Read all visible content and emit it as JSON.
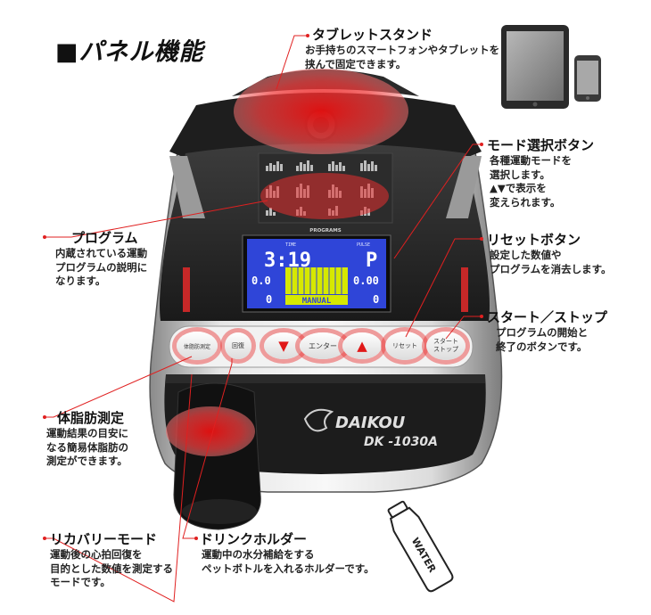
{
  "page_title": "■パネル機能",
  "callouts": {
    "tablet_stand": {
      "label": "タブレットスタンド",
      "lines": [
        "お手持ちのスマートフォンやタブレットを",
        "挟んで固定できます。"
      ]
    },
    "mode_select": {
      "label": "モード選択ボタン",
      "lines": [
        "各種運動モードを",
        "選択します。",
        "▲▼で表示を",
        "変えられます。"
      ]
    },
    "program": {
      "label": "プログラム",
      "lines": [
        "内蔵されている運動",
        "プログラムの説明に",
        "なります。"
      ]
    },
    "reset": {
      "label": "リセットボタン",
      "lines": [
        "設定した数値や",
        "プログラムを消去します。"
      ]
    },
    "start_stop": {
      "label": "スタート／ストップ",
      "lines": [
        "プログラムの開始と",
        "終了のボタンです。"
      ]
    },
    "body_fat": {
      "label": "体脂肪測定",
      "lines": [
        "運動結果の目安に",
        "なる簡易体脂肪の",
        "測定ができます。"
      ]
    },
    "recovery": {
      "label": "リカバリーモード",
      "lines": [
        "運動後の心拍回復を",
        "目的とした数値を測定する",
        "モードです。"
      ]
    },
    "drink_holder": {
      "label": "ドリンクホルダー",
      "lines": [
        "運動中の水分補給をする",
        "ペットボトルを入れるホルダーです。"
      ]
    }
  },
  "console": {
    "programs_label": "PROGRAMS",
    "lcd": {
      "time_label": "TIME",
      "time_value": "3:19",
      "pulse_label": "PULSE",
      "pulse_value": "P",
      "left_mid_value": "0.0",
      "left_low_value": "0",
      "right_mid_value": "0.00",
      "right_low_value": "0",
      "mode_text": "MANUAL"
    },
    "buttons": {
      "body_fat": "体脂肪測定",
      "recovery": "回復",
      "enter": "エンター",
      "reset": "リセット",
      "start": "スタート",
      "stop": "ストップ"
    },
    "brand": "DAIKOU",
    "model": "DK -1030A"
  },
  "bottle_label": "WATER",
  "colors": {
    "callout_line": "#e02020",
    "highlight": "#e83030",
    "lcd_bg": "#2f45d8",
    "console_dark": "#2a2a2a"
  },
  "icons": [
    "tablet-icon",
    "smartphone-icon",
    "water-bottle-icon",
    "down-arrow-icon",
    "up-arrow-icon"
  ]
}
